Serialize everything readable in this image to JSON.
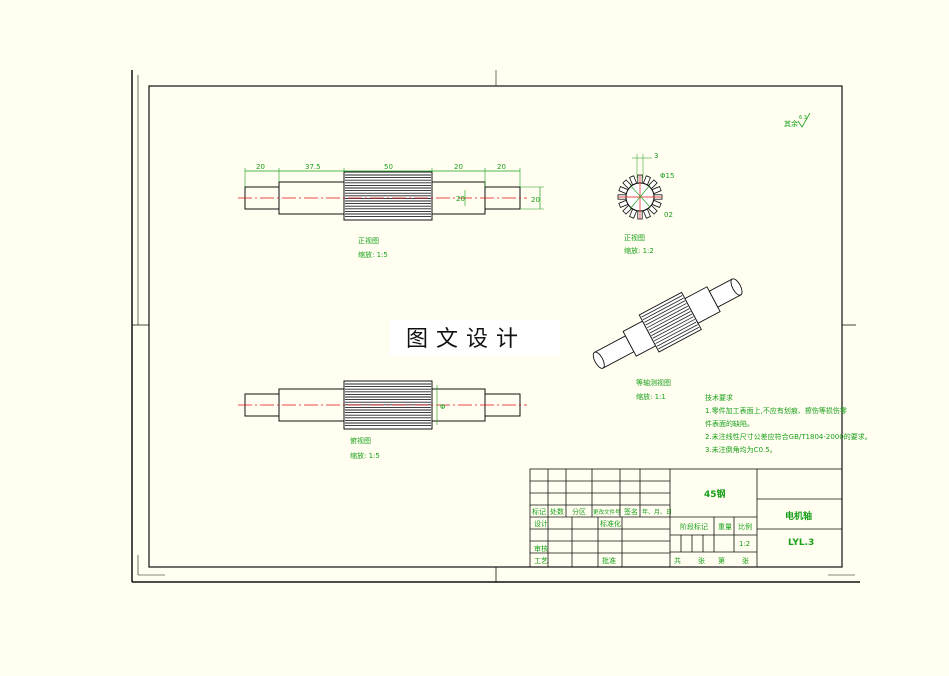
{
  "drawing": {
    "surface_finish": "其余",
    "surface_finish_value": "6.3",
    "watermark": "图文设计",
    "front_view": {
      "title": "正视图",
      "scale": "缩放: 1:5",
      "dims": [
        "20",
        "37.5",
        "50",
        "20",
        "20"
      ],
      "dim_small": "20",
      "dim_right": "20"
    },
    "section_view": {
      "title": "正视图",
      "scale": "缩放: 1:2",
      "dim_top": "3",
      "dim_dia": "Φ15",
      "dim_side": "02"
    },
    "iso_view": {
      "title": "等轴测视图",
      "scale": "缩放: 1:1"
    },
    "top_view": {
      "title": "俯视图",
      "scale": "缩放: 1:5",
      "dim": "Φ"
    },
    "notes": [
      "技术要求",
      "1.零件加工表面上,不应有划痕、擦伤等损伤零",
      "件表面的缺陷。",
      "2.未注线性尺寸公差应符合GB/T1804-2000的要求。",
      "3.未注倒角均为C0.5。"
    ],
    "title_block": {
      "material": "45钢",
      "part_name": "电机轴",
      "drawing_no": "LYL.3",
      "scale": "1:2",
      "labels": [
        "标记",
        "处数",
        "分区",
        "更改文件号",
        "签名",
        "年、月、日"
      ],
      "design": "设计",
      "standard": "标准化",
      "review": "审核",
      "process": "工艺",
      "approve": "批准",
      "stage": "阶段标记",
      "weight": "重量",
      "ratio": "比例",
      "sheet": [
        "共",
        "张",
        "第",
        "张"
      ]
    }
  }
}
